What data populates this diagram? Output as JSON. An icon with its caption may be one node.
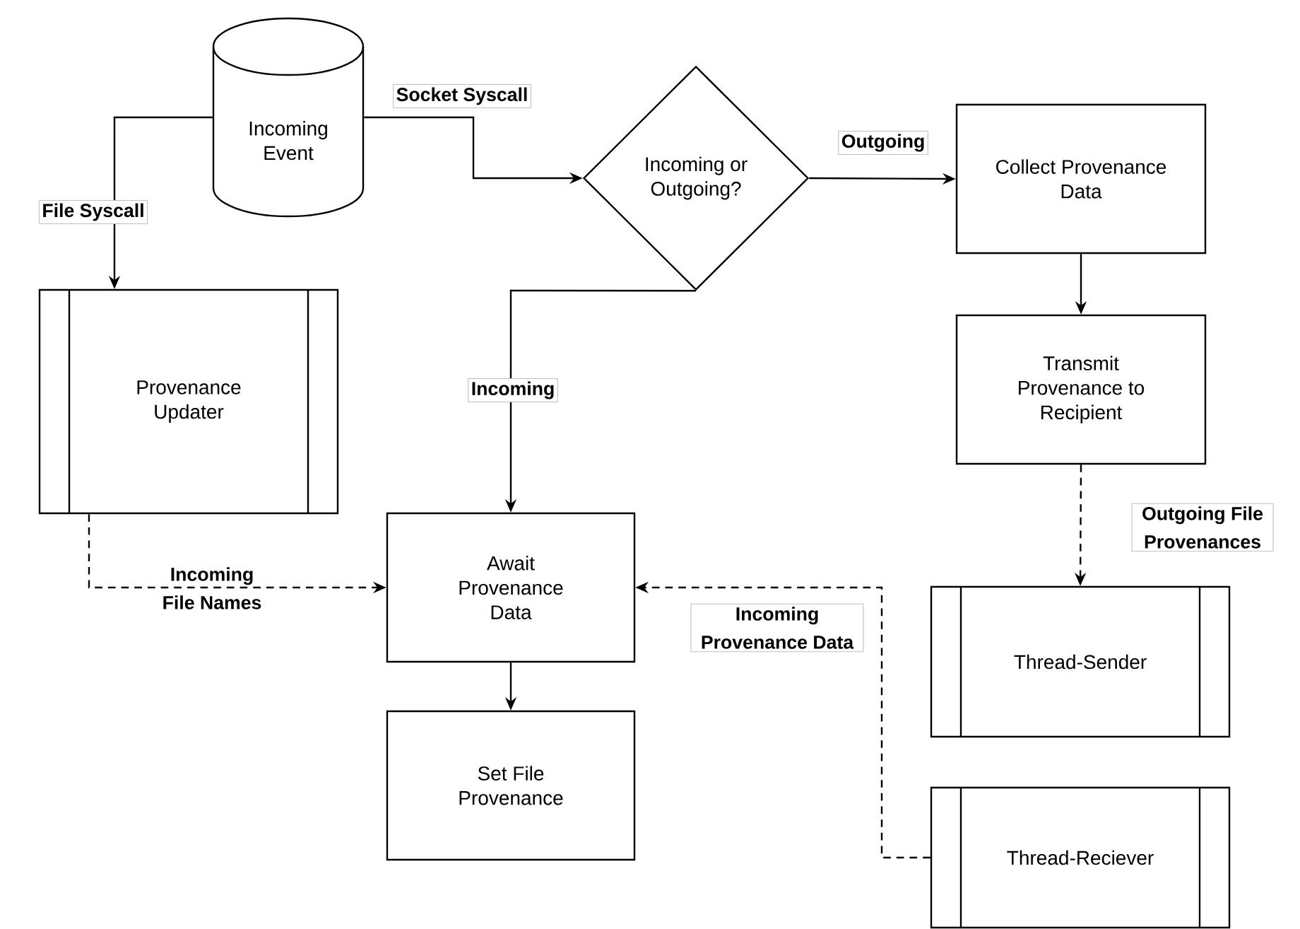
{
  "diagram": {
    "nodes": [
      {
        "text": [
          "Incoming Event"
        ]
      },
      {
        "text": [
          "Incoming or Outgoing?"
        ]
      },
      {
        "text": [
          "Collect Provenance Data"
        ]
      },
      {
        "text": [
          "Provenance Updater"
        ]
      },
      {
        "text": [
          "Transmit Provenance to Recipient"
        ]
      },
      {
        "text": [
          "Await Provenance Data"
        ]
      },
      {
        "text": [
          "Thread-Sender"
        ]
      },
      {
        "text": [
          "Set File Provenance"
        ]
      },
      {
        "text": [
          "Thread-Reciever"
        ]
      }
    ],
    "edges": [
      {
        "from": 0,
        "to": 3,
        "arrow": "to",
        "label": "File Syscall"
      },
      {
        "from": 0,
        "to": 1,
        "arrow": "to",
        "label": "Socket Syscall"
      },
      {
        "from": 1,
        "to": 2,
        "arrow": "to",
        "label": "Outgoing"
      },
      {
        "from": 1,
        "to": 5,
        "arrow": "to",
        "label": "Incoming"
      },
      {
        "from": 2,
        "to": 4,
        "arrow": "to"
      },
      {
        "from": 4,
        "to": 6,
        "arrow": "to",
        "label": "Outgoing File Provenances",
        "style": "dashed"
      },
      {
        "from": 3,
        "to": 5,
        "arrow": "to",
        "label": "Incoming File Names",
        "style": "dashed"
      },
      {
        "from": 8,
        "to": 5,
        "arrow": "to",
        "label": "Incoming Provenance Data",
        "style": "dashed"
      },
      {
        "from": 5,
        "to": 7,
        "arrow": "to"
      }
    ]
  }
}
